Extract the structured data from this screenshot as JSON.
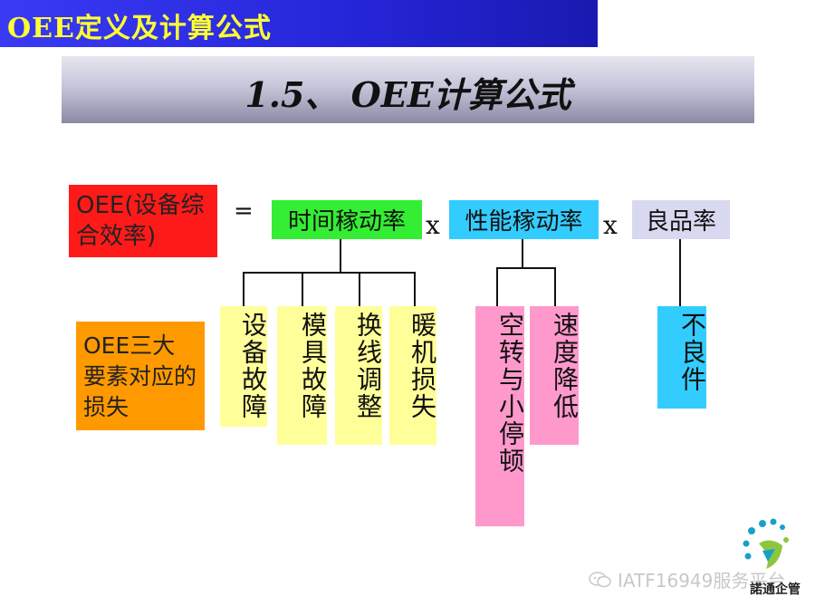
{
  "header": {
    "banner_title": "OEE定义及计算公式",
    "section_title": "1.5、 OEE计算公式"
  },
  "formula": {
    "oee_label": "OEE(设备综合效率)",
    "equals": "=",
    "times_symbol": "x",
    "time_rate": "时间稼动率",
    "performance_rate": "性能稼动率",
    "quality_rate": "良品率"
  },
  "losses": {
    "label": "OEE三大要素对应的损失",
    "time_losses": [
      "设备故障",
      "模具故障",
      "换线调整",
      "暖机损失"
    ],
    "performance_losses": [
      "空转与小停顿",
      "速度降低"
    ],
    "quality_losses": [
      "不良件"
    ]
  },
  "colors": {
    "banner": "#2525d8",
    "banner_text": "#ffff33",
    "oee_box": "#ff1a1a",
    "time_box": "#33ee33",
    "performance_box": "#33ccff",
    "quality_box": "#d8d8f0",
    "loss_label_box": "#ff9900",
    "time_loss_box": "#ffff99",
    "performance_loss_box": "#ff99cc",
    "quality_loss_box": "#33ccff"
  },
  "watermark": {
    "text": "IATF16949服务平台",
    "icon": "wechat-icon"
  },
  "logo": {
    "icon": "company-logo-icon",
    "text": "諾通企管"
  }
}
